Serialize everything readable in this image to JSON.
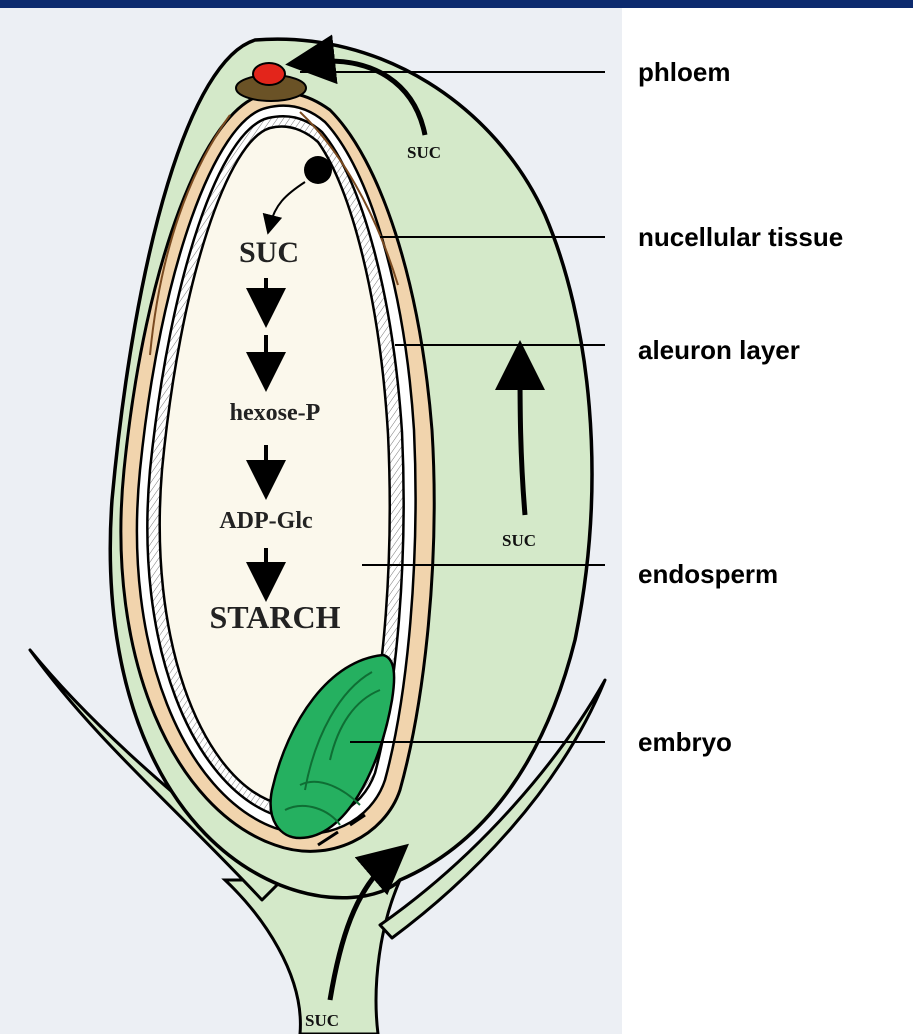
{
  "labels": {
    "phloem": "phloem",
    "nucellular": "nucellular tissue",
    "aleuron": "aleuron layer",
    "endosperm": "endosperm",
    "embryo": "embryo"
  },
  "pathway": {
    "suc": "SUC",
    "hexose_p": "hexose-P",
    "adp_glc": "ADP-Glc",
    "starch": "STARCH"
  },
  "suc_arrows": {
    "top": "SUC",
    "right": "SUC",
    "bottom": "SUC"
  },
  "colors": {
    "background_panel": "#eceff4",
    "pericarp": "#d4e9c9",
    "endosperm": "#fbf8ec",
    "nucellus": "#f1d4ad",
    "phloem_red": "#e3251b",
    "phloem_brown": "#6a5226",
    "embryo": "#25b060",
    "top_bar": "#0c2a6e"
  }
}
